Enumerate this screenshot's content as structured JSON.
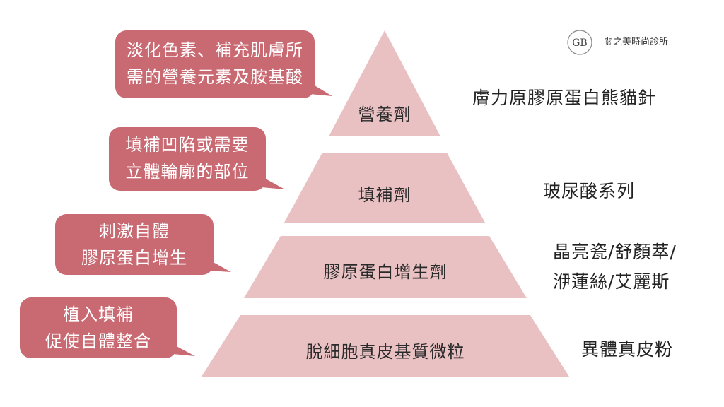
{
  "brand": {
    "name": "關之美時尚診所",
    "logo_letters": "GB"
  },
  "colors": {
    "pyramid": "#e9c1c3",
    "bubble": "#c96a73",
    "text": "#2a2a2a"
  },
  "pyramid": {
    "layers": [
      {
        "label": "營養劑",
        "description": [
          "淡化色素、補充肌膚所",
          "需的營養元素及胺基酸"
        ],
        "products": [
          "膚力原膠原蛋白熊貓針"
        ]
      },
      {
        "label": "填補劑",
        "description": [
          "填補凹陷或需要",
          "立體輪廓的部位"
        ],
        "products": [
          "玻尿酸系列"
        ]
      },
      {
        "label": "膠原蛋白增生劑",
        "description": [
          "刺激自體",
          "膠原蛋白增生"
        ],
        "products": [
          "晶亮瓷/舒顏萃/",
          "洢蓮絲/艾麗斯"
        ]
      },
      {
        "label": "脫細胞真皮基質微粒",
        "description": [
          "植入填補",
          "促使自體整合"
        ],
        "products": [
          "異體真皮粉"
        ]
      }
    ]
  }
}
